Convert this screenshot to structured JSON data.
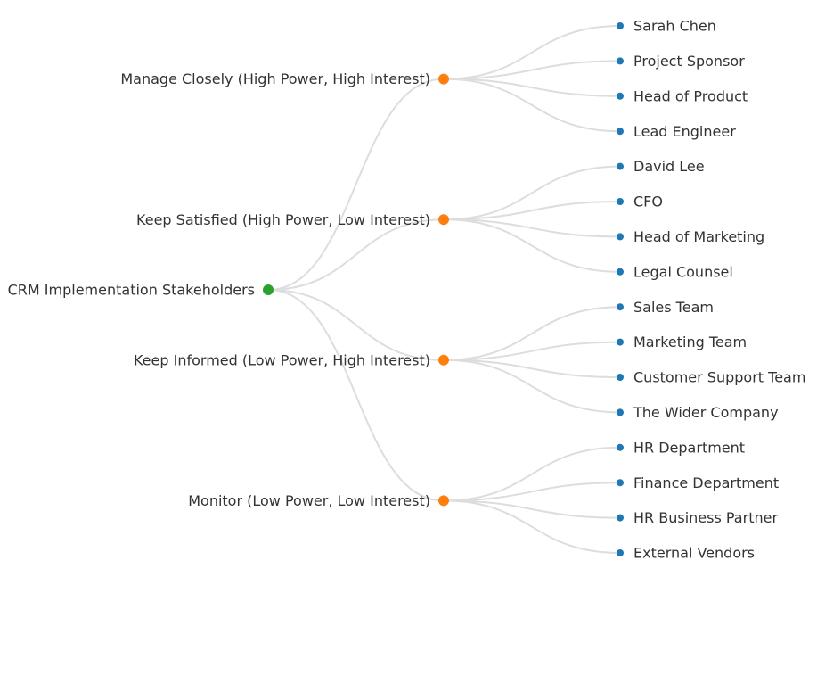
{
  "tree": {
    "colors": {
      "link": "#dddddd",
      "root": "#2ca02c",
      "group": "#ff7f0e",
      "leaf": "#1f77b4",
      "text": "#333333"
    },
    "root": {
      "label": "CRM Implementation Stakeholders",
      "children": [
        {
          "label": "Manage Closely (High Power, High Interest)",
          "children": [
            {
              "label": "Sarah Chen"
            },
            {
              "label": "Project Sponsor"
            },
            {
              "label": "Head of Product"
            },
            {
              "label": "Lead Engineer"
            }
          ]
        },
        {
          "label": "Keep Satisfied (High Power, Low Interest)",
          "children": [
            {
              "label": "David Lee"
            },
            {
              "label": "CFO"
            },
            {
              "label": "Head of Marketing"
            },
            {
              "label": "Legal Counsel"
            }
          ]
        },
        {
          "label": "Keep Informed (Low Power, High Interest)",
          "children": [
            {
              "label": "Sales Team"
            },
            {
              "label": "Marketing Team"
            },
            {
              "label": "Customer Support Team"
            },
            {
              "label": "The Wider Company"
            }
          ]
        },
        {
          "label": "Monitor (Low Power, Low Interest)",
          "children": [
            {
              "label": "HR Department"
            },
            {
              "label": "Finance Department"
            },
            {
              "label": "HR Business Partner"
            },
            {
              "label": "External Vendors"
            }
          ]
        }
      ]
    }
  }
}
